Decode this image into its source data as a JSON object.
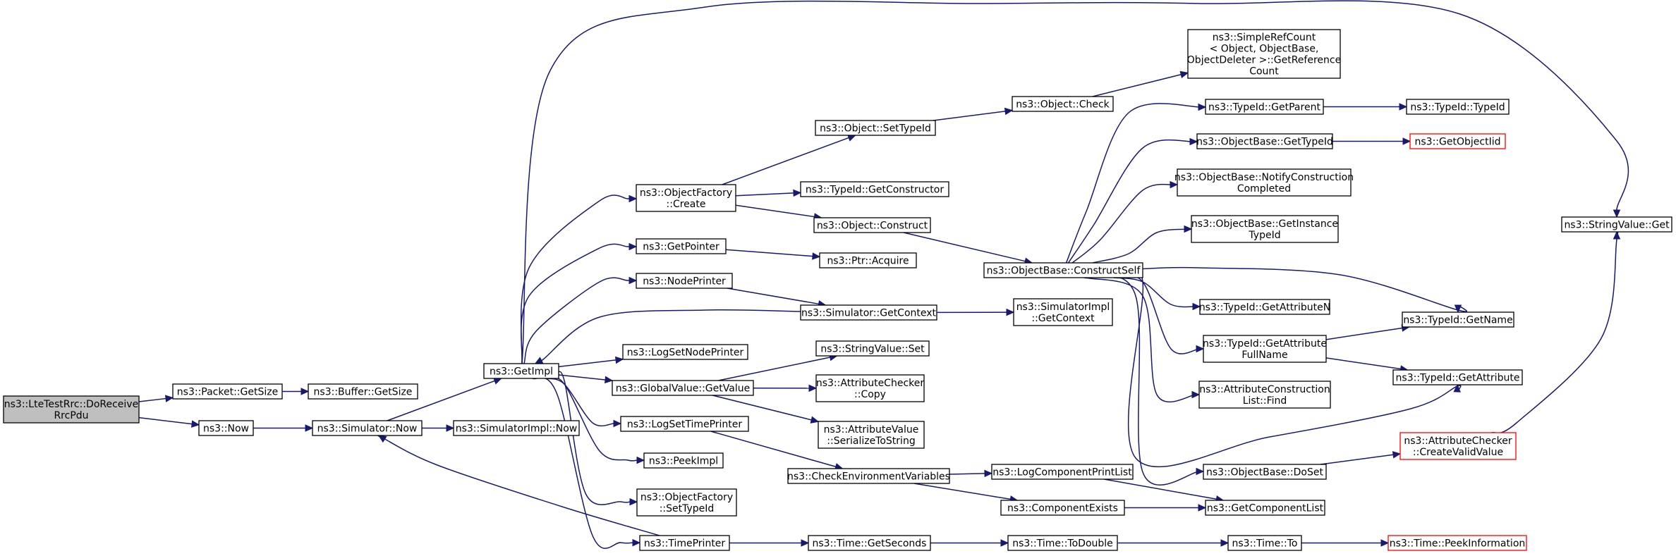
{
  "colors": {
    "edge": "#191970",
    "root_fill": "#bfbfbf",
    "truncated_border": "#ff0000"
  },
  "nodes": [
    {
      "id": "root",
      "lines": [
        "ns3::LteTestRrc::DoReceive",
        "RrcPdu"
      ],
      "style": "root"
    },
    {
      "id": "packet_getsize",
      "lines": [
        "ns3::Packet::GetSize"
      ]
    },
    {
      "id": "buffer_getsize",
      "lines": [
        "ns3::Buffer::GetSize"
      ]
    },
    {
      "id": "now",
      "lines": [
        "ns3::Now"
      ]
    },
    {
      "id": "sim_now",
      "lines": [
        "ns3::Simulator::Now"
      ]
    },
    {
      "id": "simimpl_now",
      "lines": [
        "ns3::SimulatorImpl::Now"
      ]
    },
    {
      "id": "getimpl",
      "lines": [
        "ns3::GetImpl"
      ]
    },
    {
      "id": "of_create",
      "lines": [
        "ns3::ObjectFactory",
        "::Create"
      ]
    },
    {
      "id": "getpointer",
      "lines": [
        "ns3::GetPointer"
      ]
    },
    {
      "id": "nodeprinter",
      "lines": [
        "ns3::NodePrinter"
      ]
    },
    {
      "id": "logsetnodeprinter",
      "lines": [
        "ns3::LogSetNodePrinter"
      ]
    },
    {
      "id": "gv_getvalue",
      "lines": [
        "ns3::GlobalValue::GetValue"
      ]
    },
    {
      "id": "logsettimeprinter",
      "lines": [
        "ns3::LogSetTimePrinter"
      ]
    },
    {
      "id": "peekimpl",
      "lines": [
        "ns3::PeekImpl"
      ]
    },
    {
      "id": "of_settypeid",
      "lines": [
        "ns3::ObjectFactory",
        "::SetTypeId"
      ]
    },
    {
      "id": "timeprinter",
      "lines": [
        "ns3::TimePrinter"
      ]
    },
    {
      "id": "obj_settypeid",
      "lines": [
        "ns3::Object::SetTypeId"
      ]
    },
    {
      "id": "typeid_getconstructor",
      "lines": [
        "ns3::TypeId::GetConstructor"
      ]
    },
    {
      "id": "obj_construct",
      "lines": [
        "ns3::Object::Construct"
      ]
    },
    {
      "id": "ptr_acquire",
      "lines": [
        "ns3::Ptr::Acquire"
      ]
    },
    {
      "id": "sim_getcontext",
      "lines": [
        "ns3::Simulator::GetContext"
      ]
    },
    {
      "id": "sv_set",
      "lines": [
        "ns3::StringValue::Set"
      ]
    },
    {
      "id": "ac_copy",
      "lines": [
        "ns3::AttributeChecker",
        "::Copy"
      ]
    },
    {
      "id": "av_serialize",
      "lines": [
        "ns3::AttributeValue",
        "::SerializeToString"
      ]
    },
    {
      "id": "checkenv",
      "lines": [
        "ns3::CheckEnvironmentVariables"
      ]
    },
    {
      "id": "time_getseconds",
      "lines": [
        "ns3::Time::GetSeconds"
      ]
    },
    {
      "id": "obj_check",
      "lines": [
        "ns3::Object::Check"
      ]
    },
    {
      "id": "objbase_constructself",
      "lines": [
        "ns3::ObjectBase::ConstructSelf"
      ]
    },
    {
      "id": "simimpl_getcontext",
      "lines": [
        "ns3::SimulatorImpl",
        "::GetContext"
      ]
    },
    {
      "id": "logcomponentprintlist",
      "lines": [
        "ns3::LogComponentPrintList"
      ]
    },
    {
      "id": "componentexists",
      "lines": [
        "ns3::ComponentExists"
      ]
    },
    {
      "id": "time_todouble",
      "lines": [
        "ns3::Time::ToDouble"
      ]
    },
    {
      "id": "simplerefcount",
      "lines": [
        "ns3::SimpleRefCount",
        "< Object, ObjectBase,",
        "ObjectDeleter >::GetReference",
        "Count"
      ]
    },
    {
      "id": "typeid_getparent",
      "lines": [
        "ns3::TypeId::GetParent"
      ]
    },
    {
      "id": "objbase_gettypeid",
      "lines": [
        "ns3::ObjectBase::GetTypeId"
      ]
    },
    {
      "id": "objbase_notify",
      "lines": [
        "ns3::ObjectBase::NotifyConstruction",
        "Completed"
      ]
    },
    {
      "id": "objbase_getinstance",
      "lines": [
        "ns3::ObjectBase::GetInstance",
        "TypeId"
      ]
    },
    {
      "id": "typeid_getattributen",
      "lines": [
        "ns3::TypeId::GetAttributeN"
      ]
    },
    {
      "id": "typeid_getattrfullname",
      "lines": [
        "ns3::TypeId::GetAttribute",
        "FullName"
      ]
    },
    {
      "id": "attrconstructionlist_find",
      "lines": [
        "ns3::AttributeConstruction",
        "List::Find"
      ]
    },
    {
      "id": "objbase_doset",
      "lines": [
        "ns3::ObjectBase::DoSet"
      ]
    },
    {
      "id": "getcomponentlist",
      "lines": [
        "ns3::GetComponentList"
      ]
    },
    {
      "id": "time_to",
      "lines": [
        "ns3::Time::To"
      ]
    },
    {
      "id": "typeid_typeid",
      "lines": [
        "ns3::TypeId::TypeId"
      ]
    },
    {
      "id": "getobjectiid",
      "lines": [
        "ns3::GetObjectIid"
      ],
      "style": "truncated"
    },
    {
      "id": "typeid_getname",
      "lines": [
        "ns3::TypeId::GetName"
      ]
    },
    {
      "id": "typeid_getattribute",
      "lines": [
        "ns3::TypeId::GetAttribute"
      ]
    },
    {
      "id": "ac_createvalidvalue",
      "lines": [
        "ns3::AttributeChecker",
        "::CreateValidValue"
      ],
      "style": "truncated"
    },
    {
      "id": "time_peekinformation",
      "lines": [
        "ns3::Time::PeekInformation"
      ],
      "style": "truncated"
    },
    {
      "id": "stringvalue_get",
      "lines": [
        "ns3::StringValue::Get"
      ]
    }
  ],
  "edges": [
    {
      "from": "root",
      "to": "packet_getsize"
    },
    {
      "from": "root",
      "to": "now"
    },
    {
      "from": "packet_getsize",
      "to": "buffer_getsize"
    },
    {
      "from": "now",
      "to": "sim_now"
    },
    {
      "from": "sim_now",
      "to": "simimpl_now"
    },
    {
      "from": "sim_now",
      "to": "getimpl"
    },
    {
      "from": "getimpl",
      "to": "of_create"
    },
    {
      "from": "getimpl",
      "to": "getpointer"
    },
    {
      "from": "getimpl",
      "to": "nodeprinter"
    },
    {
      "from": "getimpl",
      "to": "logsetnodeprinter"
    },
    {
      "from": "getimpl",
      "to": "gv_getvalue"
    },
    {
      "from": "getimpl",
      "to": "logsettimeprinter"
    },
    {
      "from": "getimpl",
      "to": "peekimpl"
    },
    {
      "from": "getimpl",
      "to": "of_settypeid"
    },
    {
      "from": "getimpl",
      "to": "timeprinter"
    },
    {
      "from": "getimpl",
      "to": "stringvalue_get"
    },
    {
      "from": "of_create",
      "to": "obj_settypeid"
    },
    {
      "from": "of_create",
      "to": "typeid_getconstructor"
    },
    {
      "from": "of_create",
      "to": "obj_construct"
    },
    {
      "from": "getpointer",
      "to": "ptr_acquire"
    },
    {
      "from": "nodeprinter",
      "to": "sim_getcontext"
    },
    {
      "from": "sim_getcontext",
      "to": "getimpl"
    },
    {
      "from": "sim_getcontext",
      "to": "simimpl_getcontext"
    },
    {
      "from": "gv_getvalue",
      "to": "sv_set"
    },
    {
      "from": "gv_getvalue",
      "to": "ac_copy"
    },
    {
      "from": "gv_getvalue",
      "to": "av_serialize"
    },
    {
      "from": "logsettimeprinter",
      "to": "checkenv"
    },
    {
      "from": "timeprinter",
      "to": "sim_now"
    },
    {
      "from": "timeprinter",
      "to": "time_getseconds"
    },
    {
      "from": "obj_settypeid",
      "to": "obj_check"
    },
    {
      "from": "obj_check",
      "to": "simplerefcount"
    },
    {
      "from": "obj_construct",
      "to": "objbase_constructself"
    },
    {
      "from": "objbase_constructself",
      "to": "typeid_getparent"
    },
    {
      "from": "objbase_constructself",
      "to": "objbase_gettypeid"
    },
    {
      "from": "objbase_constructself",
      "to": "objbase_notify"
    },
    {
      "from": "objbase_constructself",
      "to": "objbase_getinstance"
    },
    {
      "from": "objbase_constructself",
      "to": "typeid_getname"
    },
    {
      "from": "objbase_constructself",
      "to": "typeid_getattributen"
    },
    {
      "from": "objbase_constructself",
      "to": "typeid_getattrfullname"
    },
    {
      "from": "objbase_constructself",
      "to": "attrconstructionlist_find"
    },
    {
      "from": "objbase_constructself",
      "to": "typeid_getattribute"
    },
    {
      "from": "objbase_constructself",
      "to": "objbase_doset"
    },
    {
      "from": "typeid_getparent",
      "to": "typeid_typeid"
    },
    {
      "from": "objbase_gettypeid",
      "to": "getobjectiid"
    },
    {
      "from": "typeid_getattrfullname",
      "to": "typeid_getname"
    },
    {
      "from": "typeid_getattrfullname",
      "to": "typeid_getattribute"
    },
    {
      "from": "objbase_doset",
      "to": "ac_createvalidvalue"
    },
    {
      "from": "ac_createvalidvalue",
      "to": "stringvalue_get"
    },
    {
      "from": "checkenv",
      "to": "logcomponentprintlist"
    },
    {
      "from": "checkenv",
      "to": "componentexists"
    },
    {
      "from": "logcomponentprintlist",
      "to": "getcomponentlist"
    },
    {
      "from": "componentexists",
      "to": "getcomponentlist"
    },
    {
      "from": "time_getseconds",
      "to": "time_todouble"
    },
    {
      "from": "time_todouble",
      "to": "time_to"
    },
    {
      "from": "time_to",
      "to": "time_peekinformation"
    }
  ]
}
